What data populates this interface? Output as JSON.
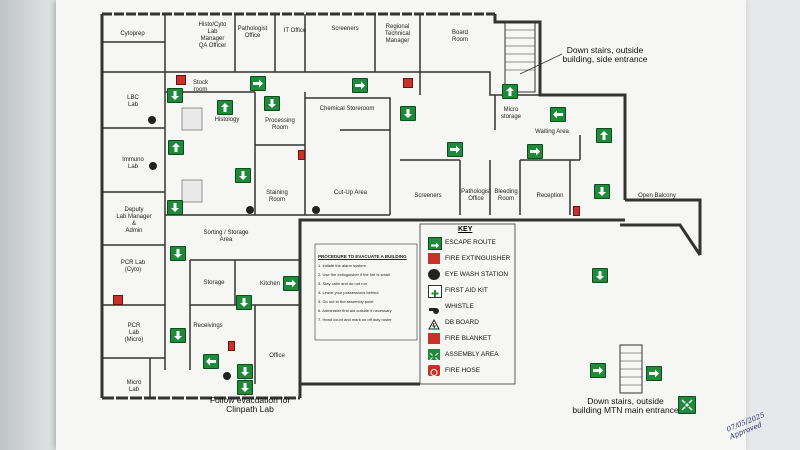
{
  "rooms": [
    {
      "id": "cytoprep",
      "label": "Cytoprep"
    },
    {
      "id": "histo-cyto-manager",
      "label": "Histo/Cyto\nLab\nManager\nQA Officer"
    },
    {
      "id": "pathologist-office-top",
      "label": "Pathologist\nOffice"
    },
    {
      "id": "it-office",
      "label": "IT Office"
    },
    {
      "id": "screeners-top",
      "label": "Screeners"
    },
    {
      "id": "regional-technical-manager",
      "label": "Regional\nTechnical\nManager"
    },
    {
      "id": "board-room",
      "label": "Board\nRoom"
    },
    {
      "id": "stock-room",
      "label": "Stock\nroom"
    },
    {
      "id": "lbc-lab",
      "label": "LBC\nLab"
    },
    {
      "id": "histology",
      "label": "Histology"
    },
    {
      "id": "processing-room",
      "label": "Processing\nRoom"
    },
    {
      "id": "chemical-storeroom",
      "label": "Chemical Storeroom"
    },
    {
      "id": "micro-storage",
      "label": "Micro\nstorage"
    },
    {
      "id": "waiting-area",
      "label": "Waiting Area"
    },
    {
      "id": "immuno-lab",
      "label": "Immuno\nLab"
    },
    {
      "id": "staining-room",
      "label": "Staining\nRoom"
    },
    {
      "id": "cut-up-area",
      "label": "Cut-Up Area"
    },
    {
      "id": "screeners-mid",
      "label": "Screeners"
    },
    {
      "id": "pathologist-office-mid",
      "label": "Pathologist\nOffice"
    },
    {
      "id": "bleeding-room",
      "label": "Bleeding\nRoom"
    },
    {
      "id": "reception",
      "label": "Reception"
    },
    {
      "id": "open-balcony",
      "label": "Open Balcony"
    },
    {
      "id": "deputy-lab-manager",
      "label": "Deputy\nLab Manager\n&\nAdmin"
    },
    {
      "id": "sorting-storage",
      "label": "Sorting / Storage\nArea"
    },
    {
      "id": "pcr-lab-cyto",
      "label": "PCR Lab\n(Cyto)"
    },
    {
      "id": "storage",
      "label": "Storage"
    },
    {
      "id": "kitchen",
      "label": "Kitchen"
    },
    {
      "id": "pcr-lab-micro",
      "label": "PCR\nLab\n(Micro)"
    },
    {
      "id": "receivings",
      "label": "Receivings"
    },
    {
      "id": "office",
      "label": "Office"
    },
    {
      "id": "micro-lab",
      "label": "Micro\nLab"
    }
  ],
  "annotations": {
    "down_stairs_side": "Down stairs, outside\nbuilding, side entrance",
    "follow_evacuation": "Follow evacuation for\nClinpath Lab",
    "down_stairs_main": "Down stairs, outside\nbuilding MTN main entrance"
  },
  "procedure": {
    "title": "PROCEDURE TO EVACUATE A BUILDING",
    "steps": [
      "1. Initiate the alarm system",
      "2. Use fire extinguisher if the fire is small",
      "3. Stay calm and do not run",
      "4. Leave your possessions behind",
      "5. Go out to the assembly point",
      "6. Administer first aid outside if necessary",
      "7. Head count and mark on off duty roster"
    ]
  },
  "key": {
    "title": "KEY",
    "items": [
      {
        "label": "ESCAPE ROUTE",
        "icon": "escape-arrow-icon",
        "color": "#1f8a3a"
      },
      {
        "label": "FIRE EXTINGUISHER",
        "icon": "fire-extinguisher-icon",
        "color": "#c8302a"
      },
      {
        "label": "EYE WASH STATION",
        "icon": "eye-wash-icon",
        "color": "#222222"
      },
      {
        "label": "FIRST AID KIT",
        "icon": "first-aid-icon",
        "color": "#1f8a3a"
      },
      {
        "label": "WHISTLE",
        "icon": "whistle-icon",
        "color": "#222222"
      },
      {
        "label": "DB BOARD",
        "icon": "db-board-icon",
        "color": "#222222"
      },
      {
        "label": "FIRE BLANKET",
        "icon": "fire-blanket-icon",
        "color": "#c8302a"
      },
      {
        "label": "ASSEMBLY AREA",
        "icon": "assembly-area-icon",
        "color": "#1f8a3a"
      },
      {
        "label": "FIRE HOSE",
        "icon": "fire-hose-icon",
        "color": "#c8302a"
      }
    ]
  },
  "handwriting": "07/05/2025\nApproved",
  "colors": {
    "escape": "#1f8a3a",
    "fire": "#c8302a",
    "wall": "#333333"
  }
}
